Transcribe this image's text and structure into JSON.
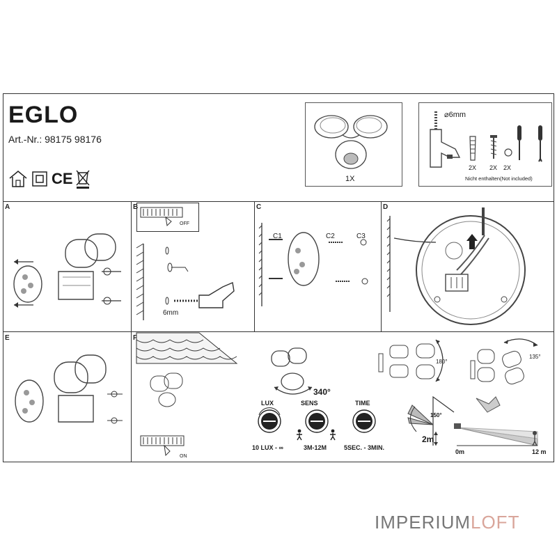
{
  "header": {
    "brand": "EGLO",
    "article_number": "Art.-Nr.: 98175 98176",
    "ce_mark": "CE"
  },
  "package": {
    "quantity": "1X"
  },
  "tools": {
    "drill_size": "⌀6mm",
    "plug_qty": "2X",
    "screw_qty": "2X",
    "cap_qty": "2X",
    "not_included": "Nicht enthalten(Not included)"
  },
  "panels": {
    "a": "A",
    "b": "B",
    "c": "C",
    "d": "D",
    "e": "E",
    "f": "F"
  },
  "panel_b": {
    "switch_off": "OFF",
    "drill": "6mm"
  },
  "panel_c": {
    "c1": "C1",
    "c2": "C2",
    "c3": "C3"
  },
  "panel_f": {
    "switch_on": "ON"
  },
  "settings": {
    "rotation": "340°",
    "lux_label": "LUX",
    "sens_label": "SENS",
    "time_label": "TIME",
    "lux_range": "10 LUX - ∞",
    "sens_range": "3M-12M",
    "time_range": "5SEC. - 3MIN."
  },
  "angles": {
    "a180": "180°",
    "a135": "135°",
    "a150": "150°",
    "height": "2m",
    "dist_start": "0m",
    "dist_end": "12 m"
  },
  "watermark": {
    "part1": "IMPERIUM",
    "part2": "LOFT"
  },
  "colors": {
    "line": "#333333",
    "watermark": "#777777",
    "watermark_accent": "#d9a59a"
  }
}
